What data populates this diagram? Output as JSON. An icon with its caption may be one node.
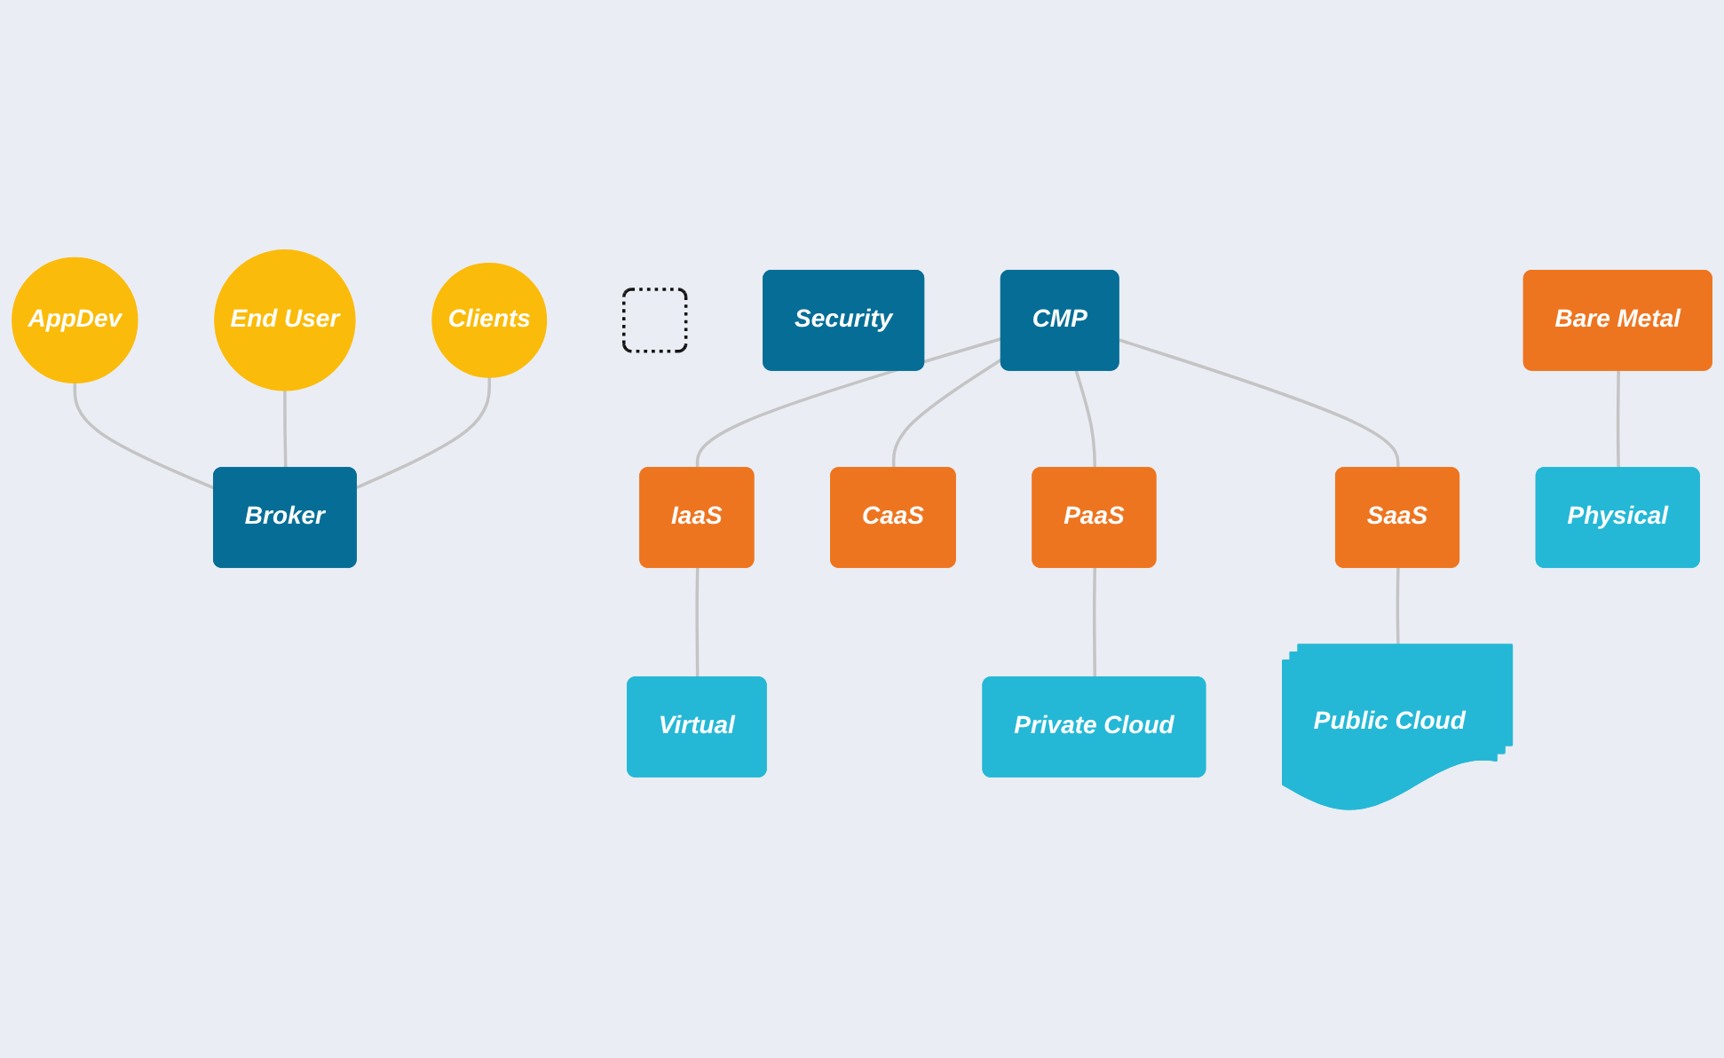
{
  "diagram": {
    "nodes": [
      {
        "text": [
          "AppDev"
        ]
      },
      {
        "text": [
          "End User"
        ]
      },
      {
        "text": [
          "Clients"
        ]
      },
      {
        "text": [],
        "shape": "box"
      },
      {
        "text": [
          "Security"
        ]
      },
      {
        "text": [
          "Broker"
        ]
      },
      {
        "text": [
          "CMP"
        ]
      },
      {
        "text": [
          "Bare Metal"
        ]
      },
      {
        "text": [
          "IaaS"
        ]
      },
      {
        "text": [
          "CaaS"
        ]
      },
      {
        "text": [
          "PaaS"
        ]
      },
      {
        "text": [
          "SaaS"
        ]
      },
      {
        "text": [
          "Physical"
        ]
      },
      {
        "text": [
          "Virtual"
        ]
      },
      {
        "text": [
          "Private Cloud"
        ]
      },
      {
        "text": [
          "Public Cloud"
        ]
      }
    ],
    "edges": [
      {
        "from": 0,
        "to": 5,
        "arrow": "none"
      },
      {
        "from": 1,
        "to": 5,
        "arrow": "none"
      },
      {
        "from": 2,
        "to": 5,
        "arrow": "none"
      },
      {
        "from": 6,
        "to": 8,
        "arrow": "none"
      },
      {
        "from": 6,
        "to": 9,
        "arrow": "none"
      },
      {
        "from": 6,
        "to": 10,
        "arrow": "none"
      },
      {
        "from": 6,
        "to": 11,
        "arrow": "none"
      },
      {
        "from": 7,
        "to": 12,
        "arrow": "none"
      },
      {
        "from": 8,
        "to": 13,
        "arrow": "none"
      },
      {
        "from": 10,
        "to": 14,
        "arrow": "none"
      },
      {
        "from": 11,
        "to": 15,
        "arrow": "none"
      }
    ]
  }
}
